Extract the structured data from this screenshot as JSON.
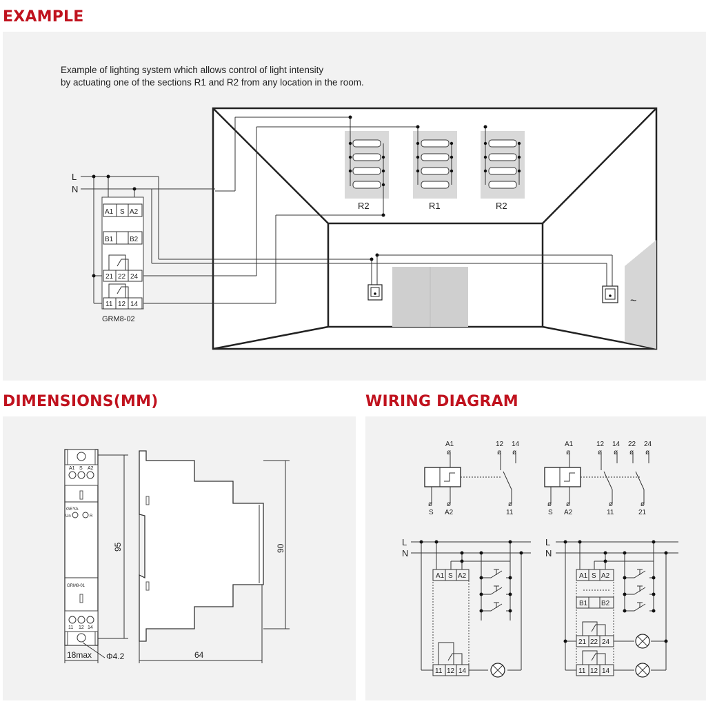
{
  "sections": {
    "example": "EXAMPLE",
    "dimensions": "DIMENSIONS(MM)",
    "wiring": "WIRING DIAGRAM"
  },
  "example": {
    "caption_line1": "Example  of  lighting  system  which  allows  control  of  light  intensity",
    "caption_line2": "by actuating one of the sections R1 and R2 from any location in the room.",
    "line_L": "L",
    "line_N": "N",
    "terminals_top": [
      "A1",
      "S",
      "A2"
    ],
    "terminals_mid": [
      "B1",
      "B2"
    ],
    "terminals_21": [
      "21",
      "22",
      "24"
    ],
    "terminals_11": [
      "11",
      "12",
      "14"
    ],
    "model": "GRM8-02",
    "lamp_groups": [
      "R2",
      "R1",
      "R2"
    ],
    "wall_symbol": "~"
  },
  "dimensions": {
    "height_outer": "95",
    "height_inner": "90",
    "depth": "64",
    "width": "18max",
    "hole": "Φ4.2",
    "top_terms": [
      "A1",
      "S",
      "A2"
    ],
    "bottom_terms": [
      "11",
      "12",
      "14"
    ],
    "brand": "GEYA",
    "led_un": "Un",
    "led_r": "R",
    "model_small": "GRM8-01"
  },
  "wiring": {
    "sym1_top": [
      "A1",
      "12",
      "14"
    ],
    "sym1_bottom": [
      "S",
      "A2",
      "11"
    ],
    "sym2_top": [
      "A1",
      "12",
      "14",
      "22",
      "24"
    ],
    "sym2_bottom": [
      "S",
      "A2",
      "11",
      "21"
    ],
    "line_L": "L",
    "line_N": "N",
    "left_top": [
      "A1",
      "S",
      "A2"
    ],
    "left_bottom": [
      "11",
      "12",
      "14"
    ],
    "right_top": [
      "A1",
      "S",
      "A2"
    ],
    "right_mid": [
      "B1",
      "B2"
    ],
    "right_21": [
      "21",
      "22",
      "24"
    ],
    "right_11": [
      "11",
      "12",
      "14"
    ]
  }
}
